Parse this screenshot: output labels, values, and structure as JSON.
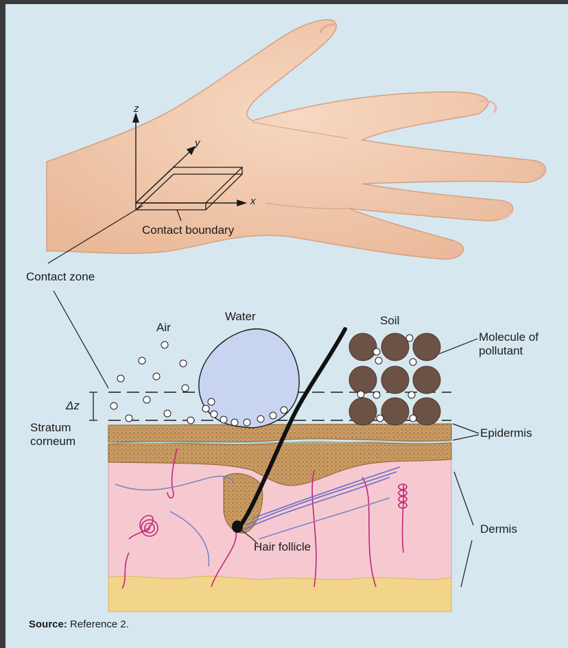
{
  "labels": {
    "contact_boundary": "Contact boundary",
    "contact_zone": "Contact zone",
    "air": "Air",
    "water": "Water",
    "soil": "Soil",
    "molecule": "Molecule of pollutant",
    "delta_z": "Δz",
    "stratum": "Stratum corneum",
    "epidermis": "Epidermis",
    "dermis": "Dermis",
    "hair_follicle": "Hair follicle"
  },
  "axes": {
    "x": "x",
    "y": "y",
    "z": "z"
  },
  "source": {
    "prefix": "Source:",
    "text": " Reference 2."
  },
  "colors": {
    "background": "#d6e7ef",
    "skin_hand": "#f3cdb2",
    "dermis": "#f6c9d1",
    "epidermis": "#c99a62",
    "fat": "#f2d48a",
    "soil": "#6b5244",
    "water": "#c9d5f0",
    "hair": "#111111"
  }
}
